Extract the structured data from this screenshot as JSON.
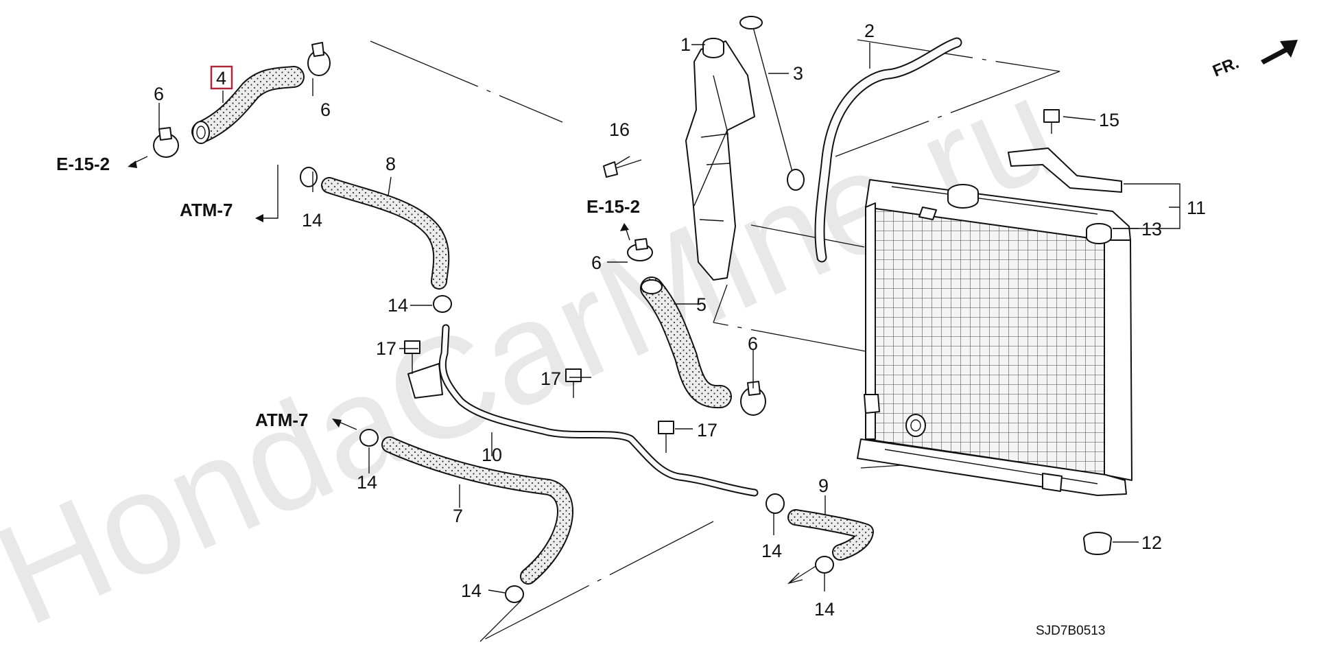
{
  "watermark": "HondaCarMine.ru",
  "diagram_code": "SJD7B0513",
  "front_indicator": "FR.",
  "highlighted_part": "4",
  "part_numbers": {
    "p1": "1",
    "p2": "2",
    "p3": "3",
    "p4": "4",
    "p5": "5",
    "p6a": "6",
    "p6b": "6",
    "p6c": "6",
    "p6d": "6",
    "p7": "7",
    "p8": "8",
    "p9": "9",
    "p10": "10",
    "p11": "11",
    "p12": "12",
    "p13": "13",
    "p14a": "14",
    "p14b": "14",
    "p14c": "14",
    "p14d": "14",
    "p14e": "14",
    "p15": "15",
    "p16": "16",
    "p17a": "17",
    "p17b": "17",
    "p17c": "17"
  },
  "references": {
    "e15_2_left": "E-15-2",
    "e15_2_mid": "E-15-2",
    "atm7_top": "ATM-7",
    "atm7_mid": "ATM-7"
  },
  "colors": {
    "highlight": "#b0243c",
    "hose_fill": "#ececec",
    "ink": "#111111"
  }
}
